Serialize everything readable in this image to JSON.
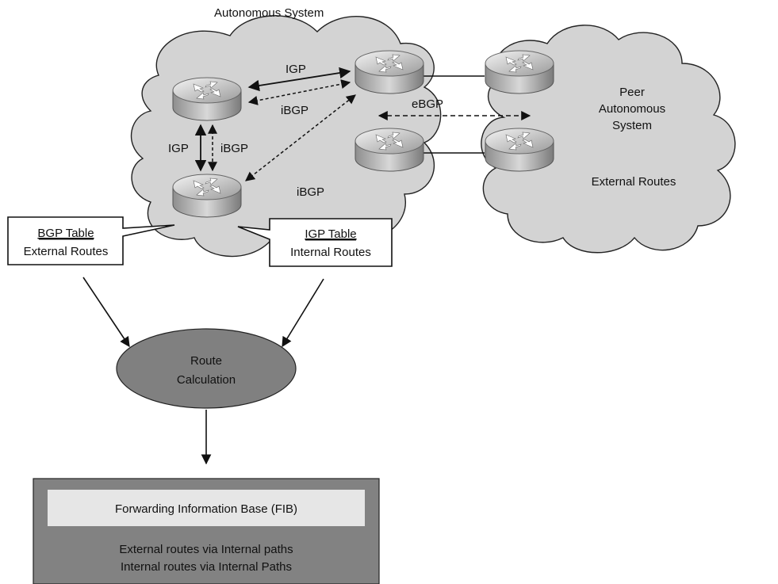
{
  "title": "Autonomous System",
  "links": {
    "igp_top": "IGP",
    "ibgp_top": "iBGP",
    "igp_left": "IGP",
    "ibgp_left": "iBGP",
    "ibgp_diag": "iBGP",
    "ebgp": "eBGP"
  },
  "peer": {
    "line1": "Peer",
    "line2": "Autonomous",
    "line3": "System",
    "routes": "External Routes"
  },
  "bgp_table": {
    "title": "BGP Table",
    "subtitle": "External Routes"
  },
  "igp_table": {
    "title": "IGP Table",
    "subtitle": "Internal Routes"
  },
  "route_calc": {
    "line1": "Route",
    "line2": "Calculation"
  },
  "fib": {
    "title": "Forwarding Information Base (FIB)",
    "line1": "External routes via Internal paths",
    "line2": "Internal routes via Internal Paths"
  },
  "colors": {
    "cloud": "#d3d3d3",
    "ellipse": "#808080",
    "fib_box": "#828282",
    "fib_title_bg": "#e6e6e6"
  }
}
